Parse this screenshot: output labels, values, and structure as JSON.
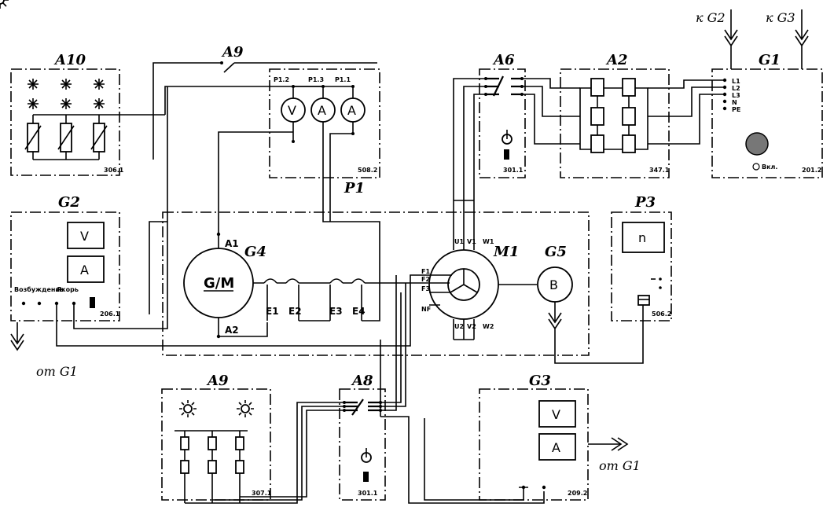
{
  "modules": {
    "a10": {
      "title": "A10",
      "code": "306.1"
    },
    "p1": {
      "title": "P1",
      "code": "508.2",
      "meters": [
        {
          "tag": "P1.2",
          "symbol": "V"
        },
        {
          "tag": "P1.3",
          "symbol": "A"
        },
        {
          "tag": "P1.1",
          "symbol": "A"
        }
      ]
    },
    "a9_switch": {
      "title": "A9"
    },
    "a6": {
      "title": "A6",
      "code": "301.1"
    },
    "a2": {
      "title": "A2",
      "code": "347.1"
    },
    "g1": {
      "title": "G1",
      "code": "201.2",
      "terminals": [
        "L1",
        "L2",
        "L3",
        "N",
        "PE"
      ],
      "button_label": "Вкл."
    },
    "g2": {
      "title": "G2",
      "code": "206.1",
      "meters": [
        "V",
        "A"
      ],
      "excitation_label": "Возбуждение",
      "armature_label": "Якорь"
    },
    "g4": {
      "title": "G4",
      "machine": "G/M",
      "terminals": [
        "A1",
        "A2",
        "E1",
        "E2",
        "E3",
        "E4"
      ]
    },
    "m1": {
      "title": "M1",
      "top_terminals": [
        "U1",
        "V1",
        "W1"
      ],
      "bottom_terminals": [
        "U2",
        "V2",
        "W2"
      ],
      "rotor_terminals": [
        "F1",
        "F2",
        "F3",
        "NF"
      ]
    },
    "g5": {
      "title": "G5",
      "symbol": "B"
    },
    "p3": {
      "title": "P3",
      "code": "506.2",
      "symbol": "n"
    },
    "a9": {
      "title": "A9",
      "code": "307.1"
    },
    "a8": {
      "title": "A8",
      "code": "301.1"
    },
    "g3": {
      "title": "G3",
      "code": "209.2",
      "meters": [
        "V",
        "A"
      ]
    }
  },
  "arrows": {
    "to_g2": "к G2",
    "to_g3": "к G3",
    "from_g1_left": "от G1",
    "from_g1_right": "от G1"
  }
}
